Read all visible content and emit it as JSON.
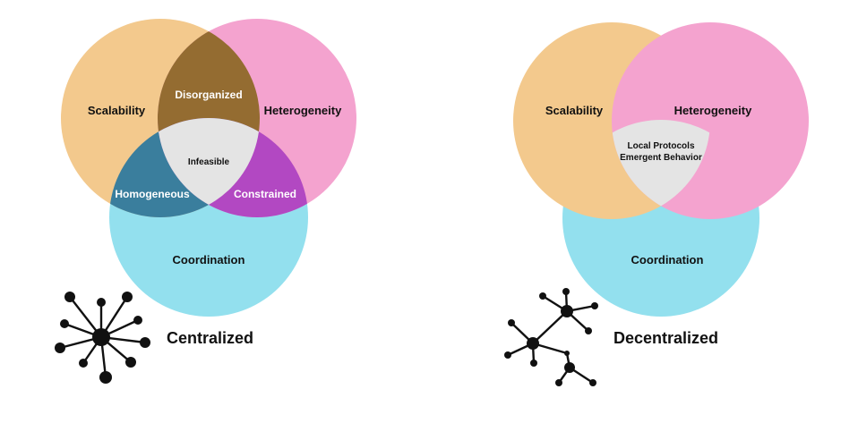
{
  "colors": {
    "scalability": "#f3c98d",
    "heterogeneity": "#f4a3cf",
    "coordination": "#93e0ee",
    "disorganized": "#946c31",
    "homogeneous": "#3a7e9d",
    "constrained": "#b248c2",
    "center": "#e4e4e4",
    "network": "#111111"
  },
  "left": {
    "scalability": "Scalability",
    "heterogeneity": "Heterogeneity",
    "coordination": "Coordination",
    "disorganized": "Disorganized",
    "infeasible": "Infeasible",
    "homogeneous": "Homogeneous",
    "constrained": "Constrained",
    "caption": "Centralized",
    "network_icon": "star-network-icon"
  },
  "right": {
    "scalability": "Scalability",
    "heterogeneity": "Heterogeneity",
    "coordination": "Coordination",
    "center_line1": "Local Protocols",
    "center_line2": "Emergent Behavior",
    "caption": "Decentralized",
    "network_icon": "tree-network-icon"
  }
}
